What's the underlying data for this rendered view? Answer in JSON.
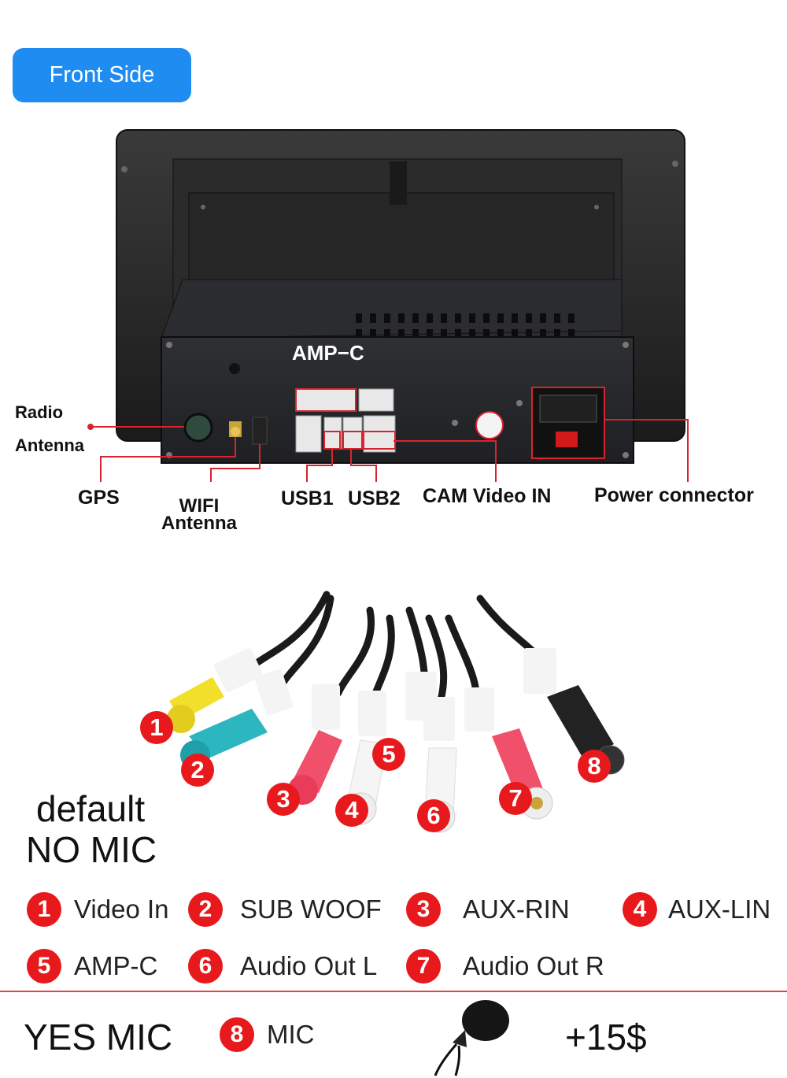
{
  "header": {
    "title": "Front Side"
  },
  "device_labels": {
    "amp_c": "AMP−C",
    "radio": "Radio",
    "antenna": "Antenna",
    "gps": "GPS",
    "wifi": "WIFI",
    "wifi_antenna": "Antenna",
    "usb1": "USB1",
    "usb2": "USB2",
    "cam": "CAM Video IN",
    "power": "Power connector"
  },
  "cables": {
    "badges": [
      "1",
      "2",
      "3",
      "4",
      "5",
      "6",
      "7",
      "8"
    ],
    "default_text": "default",
    "no_mic_text": "NO MIC"
  },
  "legend": [
    {
      "num": "1",
      "label": "Video In"
    },
    {
      "num": "2",
      "label": "SUB WOOF"
    },
    {
      "num": "3",
      "label": "AUX-RIN"
    },
    {
      "num": "4",
      "label": "AUX-LIN"
    },
    {
      "num": "5",
      "label": "AMP-C"
    },
    {
      "num": "6",
      "label": "Audio Out L"
    },
    {
      "num": "7",
      "label": "Audio Out R"
    }
  ],
  "yes_mic": {
    "title": "YES MIC",
    "item": {
      "num": "8",
      "label": "MIC"
    },
    "price": "+15$"
  },
  "colors": {
    "accent": "#1e8cf0",
    "badge": "#e8191c",
    "divider": "#e64040",
    "leader_line": "#d9232e"
  }
}
